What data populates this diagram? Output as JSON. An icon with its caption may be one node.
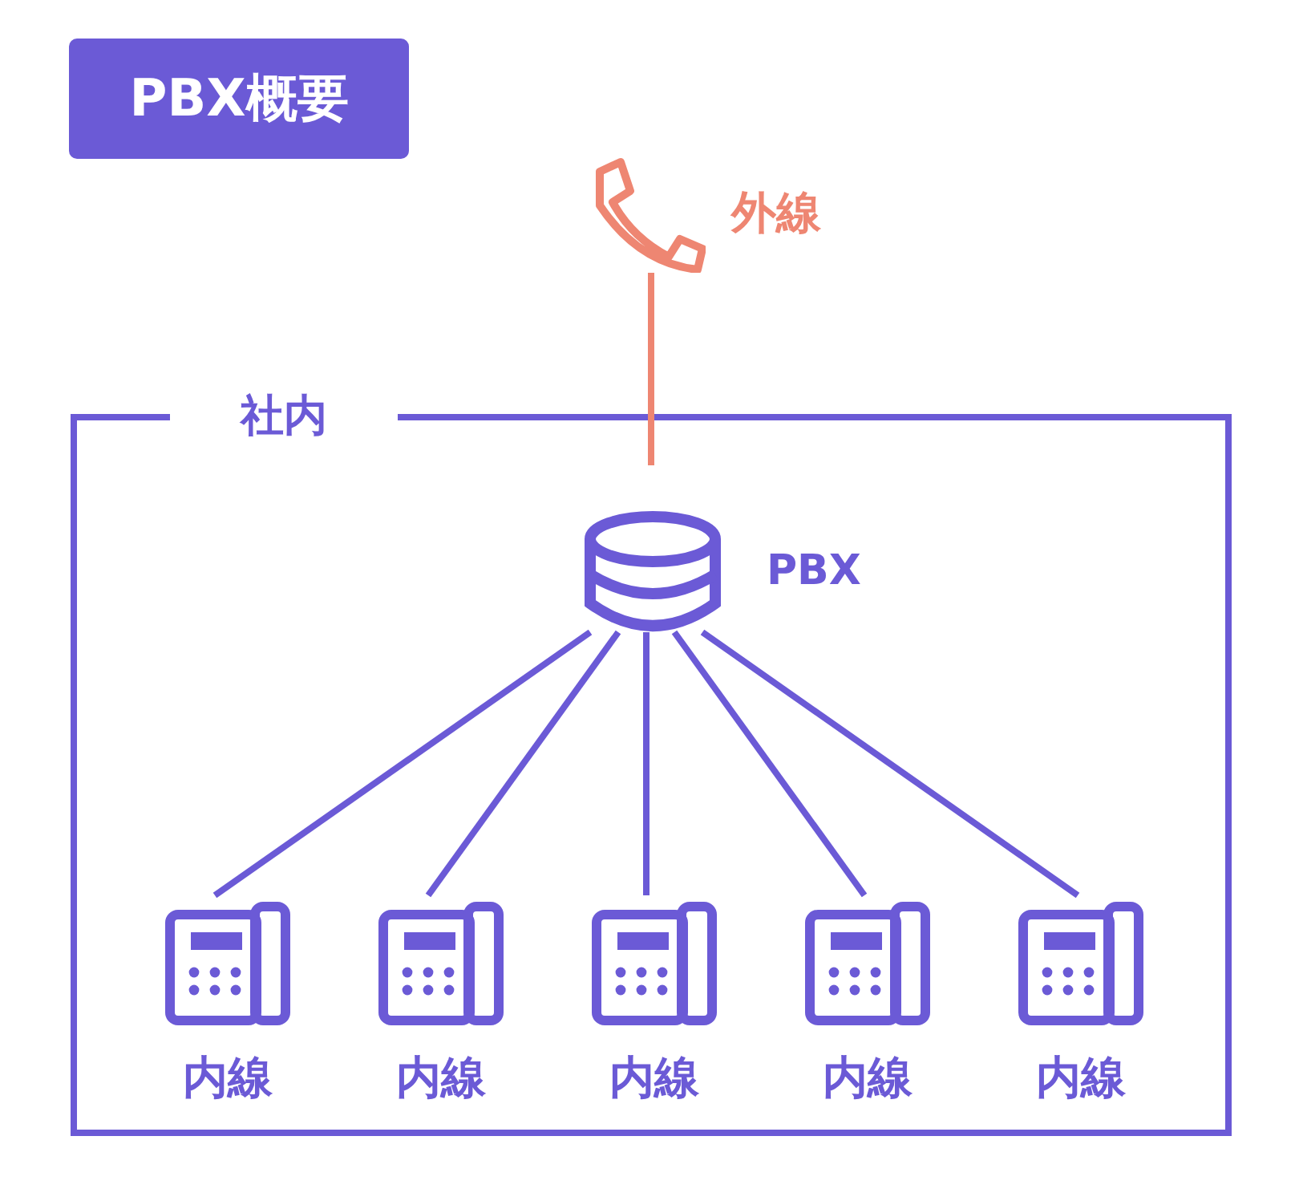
{
  "diagram": {
    "title": "PBX概要",
    "nodes": [
      {
        "text": [
          "社内"
        ]
      },
      {
        "text": [
          "外線"
        ]
      },
      {
        "text": [
          "PBX"
        ],
        "in": 0
      },
      {
        "text": [
          "内線"
        ],
        "in": 0
      },
      {
        "text": [
          "内線"
        ],
        "in": 0
      },
      {
        "text": [
          "内線"
        ],
        "in": 0
      },
      {
        "text": [
          "内線"
        ],
        "in": 0
      },
      {
        "text": [
          "内線"
        ],
        "in": 0
      }
    ],
    "edges": [
      {
        "from": 1,
        "to": 2,
        "arrow": "none",
        "color": "#ee8672"
      },
      {
        "from": 2,
        "to": 3,
        "arrow": "none"
      },
      {
        "from": 2,
        "to": 4,
        "arrow": "none"
      },
      {
        "from": 2,
        "to": 5,
        "arrow": "none"
      },
      {
        "from": 2,
        "to": 6,
        "arrow": "none"
      },
      {
        "from": 2,
        "to": 7,
        "arrow": "none"
      }
    ]
  }
}
